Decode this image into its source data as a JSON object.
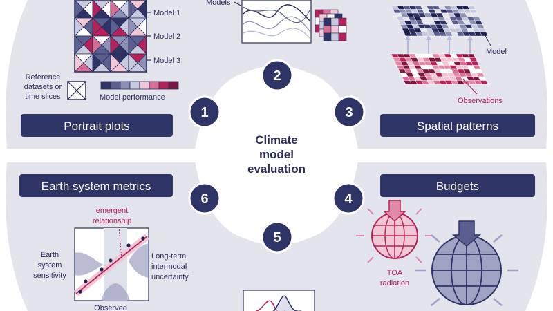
{
  "center": {
    "line1": "Climate",
    "line2": "model",
    "line3": "evaluation"
  },
  "panels": {
    "portrait": {
      "number": "1",
      "title": "Portrait plots",
      "model_labels": [
        "Model 1",
        "Model 2",
        "Model 3"
      ],
      "reference_label": [
        "Reference",
        "datasets or",
        "time slices"
      ],
      "performance_label": "Model performance"
    },
    "ensemble": {
      "number": "2",
      "models_label": "Models"
    },
    "spatial": {
      "number": "3",
      "title": "Spatial patterns",
      "model_label": "Model",
      "observations_label": "Observations"
    },
    "budgets": {
      "number": "4",
      "title": "Budgets",
      "toa_label": [
        "TOA",
        "radiation"
      ]
    },
    "distribution": {
      "number": "5"
    },
    "earth_system": {
      "number": "6",
      "title": "Earth system metrics",
      "emergent_label": [
        "emergent",
        "relationship"
      ],
      "sensitivity_label": [
        "Earth",
        "system",
        "sensitivity"
      ],
      "uncertainty_label": [
        "Long-term",
        "intermodal",
        "uncertainty"
      ],
      "observed_label": "Observed"
    }
  },
  "colors": {
    "navy": "#2f3466",
    "panel_gray": "#e4e5ec",
    "accent_red": "#b5225a",
    "light_blue": "#c7cade"
  }
}
